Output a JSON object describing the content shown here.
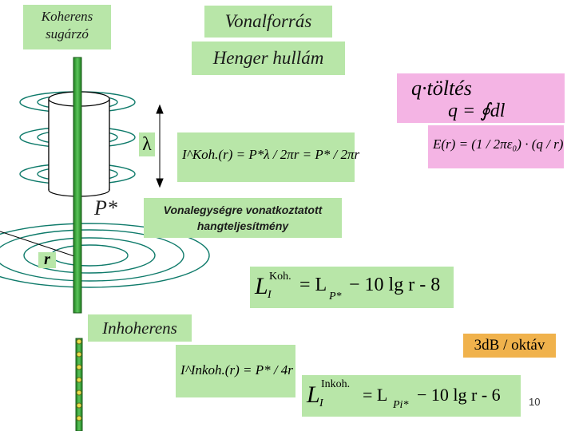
{
  "labels": {
    "coherent_source": [
      "Koherens",
      "sugárzó"
    ],
    "line_source": "Vonalforrás",
    "cylinder_wave": "Henger hullám",
    "power_per_length": [
      "Vonalegységre vonatkoztatott",
      "hangteljesítmény"
    ],
    "incoherent": "Inhoherens",
    "lambda": "λ",
    "p_star": "P*",
    "r": "r",
    "octave": "3dB / oktáv",
    "page_number": "10"
  },
  "formulas": {
    "charge_top": "q·töltés",
    "charge_bottom": "q = ∮dl",
    "field": "E(r) = (1 / 2πε₀) · (q / r)",
    "intensity_coh": "I^Koh.(r) = P*λ / 2πr = P* / 2πr",
    "level_coh_lhs": "L",
    "level_coh_sup": "Koh.",
    "level_coh_sub": "I",
    "level_coh_rhs": "= L",
    "level_coh_rhs_sub": "P*",
    "level_coh_tail": "− 10 lg r - 8",
    "intensity_inkoh": "I^Inkoh.(r) = P* / 4r",
    "level_inkoh_lhs": "L",
    "level_inkoh_sup": "Inkoh.",
    "level_inkoh_sub": "I",
    "level_inkoh_rhs": "= L",
    "level_inkoh_rhs_sub": "Pi*",
    "level_inkoh_tail": "− 10 lg r - 6"
  },
  "colors": {
    "green_box": "#b8e6a8",
    "pink_box": "#f4b4e4",
    "orange_box": "#f0b24c",
    "rod": "#2e9e2e",
    "rod_edge": "#1a5a1a",
    "ring": "#0e7a6a"
  }
}
